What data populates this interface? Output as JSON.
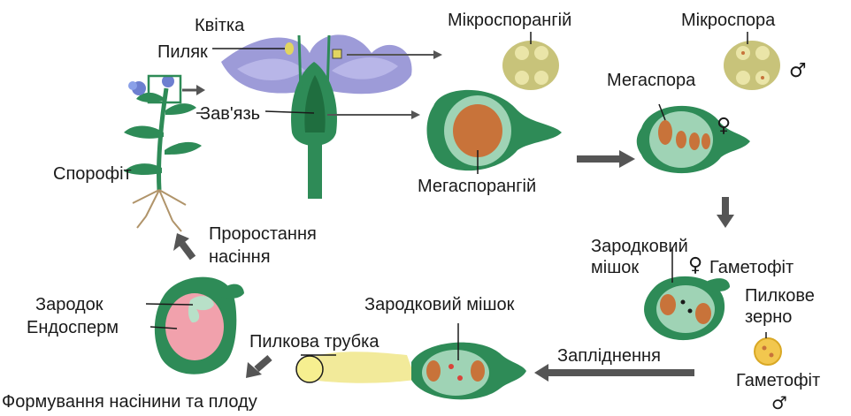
{
  "labels": {
    "flower": "Квітка",
    "anther": "Пиляк",
    "ovary": "Зав'язь",
    "sporophyte": "Спорофіт",
    "microsporangium": "Мікроспорангій",
    "microspore": "Мікроспора",
    "megaspore": "Мегаспора",
    "megasporangium": "Мегаспорангій",
    "embryo_sac_line1": "Зародковий",
    "embryo_sac_line2": "мішок",
    "female_gametophyte": "Гаметофіт",
    "pollen_grain_line1": "Пилкове",
    "pollen_grain_line2": "зерно",
    "male_gametophyte": "Гаметофіт",
    "embryo_sac_full": "Зародковий мішок",
    "fertilization": "Запліднення",
    "pollen_tube": "Пилкова трубка",
    "embryo": "Зародок",
    "endosperm": "Ендосперм",
    "seed_germination_line1": "Проростання",
    "seed_germination_line2": "насіння",
    "seed_fruit_formation": "Формування насінини та плоду"
  },
  "symbols": {
    "male": "♂",
    "female": "♀"
  },
  "colors": {
    "green": "#2e8b57",
    "dark_green": "#1f6e3f",
    "light_green": "#9fd3b5",
    "flower_violet": "#9d9bd8",
    "orange": "#c8733a",
    "olive": "#c8c37a",
    "yellow": "#f2ea9a",
    "pink": "#f1a1ac",
    "arrow_gray": "#555555"
  }
}
